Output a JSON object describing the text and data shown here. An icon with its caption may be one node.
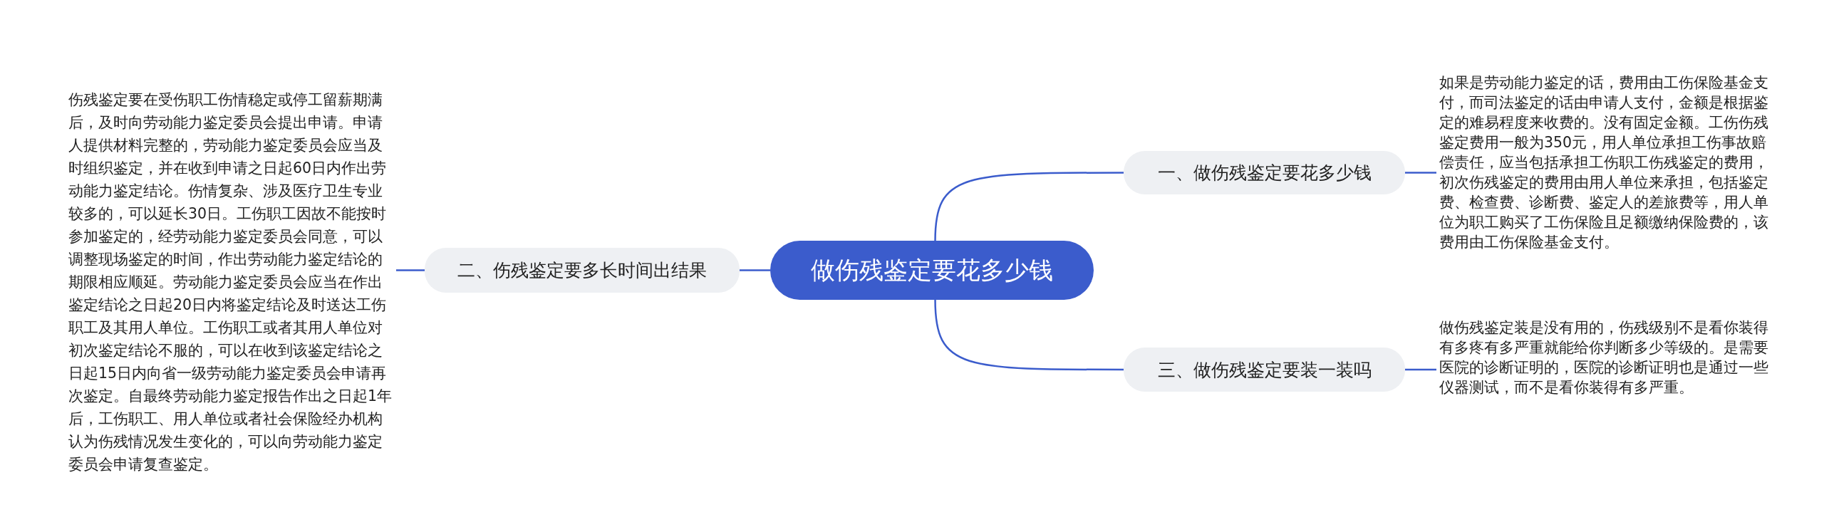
{
  "diagram": {
    "nodes": [
      {
        "text": [
          "做伤残鉴定要花多少钱"
        ]
      },
      {
        "text": [
          "一、做伤残鉴定要花多少钱"
        ]
      },
      {
        "text": [
          "如果是劳动能力鉴定的话，费用由工伤保险基金支付，而司法鉴定的话由申请人支付，金额是根据鉴定的难易程度来收费的。没有固定金额。工伤伤残鉴定费用一般为350元，用人单位承担工伤事故赔偿责任，应当包括承担工伤职工伤残鉴定的费用，初次伤残鉴定的费用由用人单位来承担，包括鉴定费、检查费、诊断费、鉴定人的差旅费等，用人单位为职工购买了工伤保险且足额缴纳保险费的，该费用由工伤保险基金支付。"
        ]
      },
      {
        "text": [
          "二、伤残鉴定要多长时间出结果"
        ]
      },
      {
        "text": [
          "伤残鉴定要在受伤职工伤情稳定或停工留薪期满后，及时向劳动能力鉴定委员会提出申请。申请人提供材料完整的，劳动能力鉴定委员会应当及时组织鉴定，并在收到申请之日起60日内作出劳动能力鉴定结论。伤情复杂、涉及医疗卫生专业较多的，可以延长30日。工伤职工因故不能按时参加鉴定的，经劳动能力鉴定委员会同意，可以调整现场鉴定的时间，作出劳动能力鉴定结论的期限相应顺延。劳动能力鉴定委员会应当在作出鉴定结论之日起20日内将鉴定结论及时送达工伤职工及其用人单位。工伤职工或者其用人单位对初次鉴定结论不服的，可以在收到该鉴定结论之日起15日内向省一级劳动能力鉴定委员会申请再次鉴定。自最终劳动能力鉴定报告作出之日起1年后，工伤职工、用人单位或者社会保险经办机构认为伤残情况发生变化的，可以向劳动能力鉴定委员会申请复查鉴定。"
        ]
      },
      {
        "text": [
          "三、做伤残鉴定要装一装吗"
        ]
      },
      {
        "text": [
          "做伤残鉴定装是没有用的，伤残级别不是看你装得有多疼有多严重就能给你判断多少等级的。是需要医院的诊断证明的，医院的诊断证明也是通过一些仪器测试，而不是看你装得有多严重。"
        ]
      }
    ],
    "edges": [
      {
        "from": 0,
        "to": 1,
        "arrow": "none"
      },
      {
        "from": 1,
        "to": 2,
        "arrow": "none"
      },
      {
        "from": 0,
        "to": 3,
        "arrow": "none"
      },
      {
        "from": 3,
        "to": 4,
        "arrow": "none"
      },
      {
        "from": 0,
        "to": 5,
        "arrow": "none"
      },
      {
        "from": 5,
        "to": 6,
        "arrow": "none"
      }
    ]
  }
}
